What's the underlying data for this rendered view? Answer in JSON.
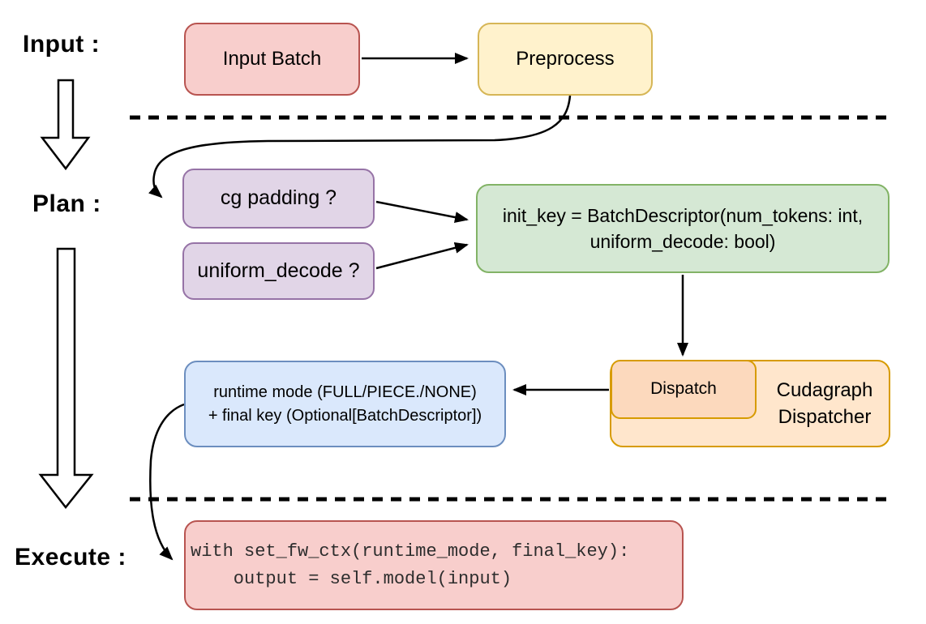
{
  "diagram": {
    "title_none_visible": "",
    "stage_labels": {
      "input": "Input :",
      "plan": "Plan :",
      "execute": "Execute :"
    },
    "nodes": {
      "input_batch": {
        "label": "Input Batch",
        "fill": "#f8cecc",
        "border": "#b85450"
      },
      "preprocess": {
        "label": "Preprocess",
        "fill": "#fff2cc",
        "border": "#d6b656"
      },
      "cg_padding": {
        "label": "cg padding ?",
        "fill": "#e1d5e7",
        "border": "#9673a6"
      },
      "uniform_decode": {
        "label": "uniform_decode ?",
        "fill": "#e1d5e7",
        "border": "#9673a6"
      },
      "init_key": {
        "line1": "init_key = BatchDescriptor(num_tokens: int,",
        "line2": "uniform_decode: bool)",
        "fill": "#d5e8d4",
        "border": "#82b366"
      },
      "dispatch": {
        "label": "Dispatch",
        "fill": "#fcd9bd",
        "border": "#d79b00"
      },
      "cudagraph_dispatcher": {
        "line1": "Cudagraph",
        "line2": "Dispatcher",
        "fill": "#ffe6cc",
        "border": "#d79b00"
      },
      "runtime_mode": {
        "line1": "runtime mode (FULL/PIECE./NONE)",
        "line2": "+ final key (Optional[BatchDescriptor])",
        "fill": "#dae8fc",
        "border": "#6c8ebf"
      },
      "execute_code": {
        "line1": "with set_fw_ctx(runtime_mode, final_key):",
        "line2": "    output = self.model(input)",
        "fill": "#f8cecc",
        "border": "#b85450"
      }
    },
    "edges": [
      {
        "from": "input_batch",
        "to": "preprocess",
        "style": "straight-arrow"
      },
      {
        "from": "preprocess",
        "to": "cg_padding",
        "style": "curved-arrow"
      },
      {
        "from": "cg_padding",
        "to": "init_key",
        "style": "straight-arrow"
      },
      {
        "from": "uniform_decode",
        "to": "init_key",
        "style": "straight-arrow"
      },
      {
        "from": "init_key",
        "to": "dispatch",
        "style": "straight-arrow"
      },
      {
        "from": "dispatch",
        "to": "runtime_mode",
        "style": "straight-arrow"
      },
      {
        "from": "runtime_mode",
        "to": "execute_code",
        "style": "curved-arrow"
      },
      {
        "from": "stage-input",
        "to": "stage-plan",
        "style": "hollow-block-arrow"
      },
      {
        "from": "stage-plan",
        "to": "stage-execute",
        "style": "hollow-block-arrow"
      }
    ],
    "separators": [
      {
        "name": "input-plan-divider",
        "style": "dashed",
        "color": "#000000"
      },
      {
        "name": "plan-execute-divider",
        "style": "dashed",
        "color": "#000000"
      }
    ]
  }
}
